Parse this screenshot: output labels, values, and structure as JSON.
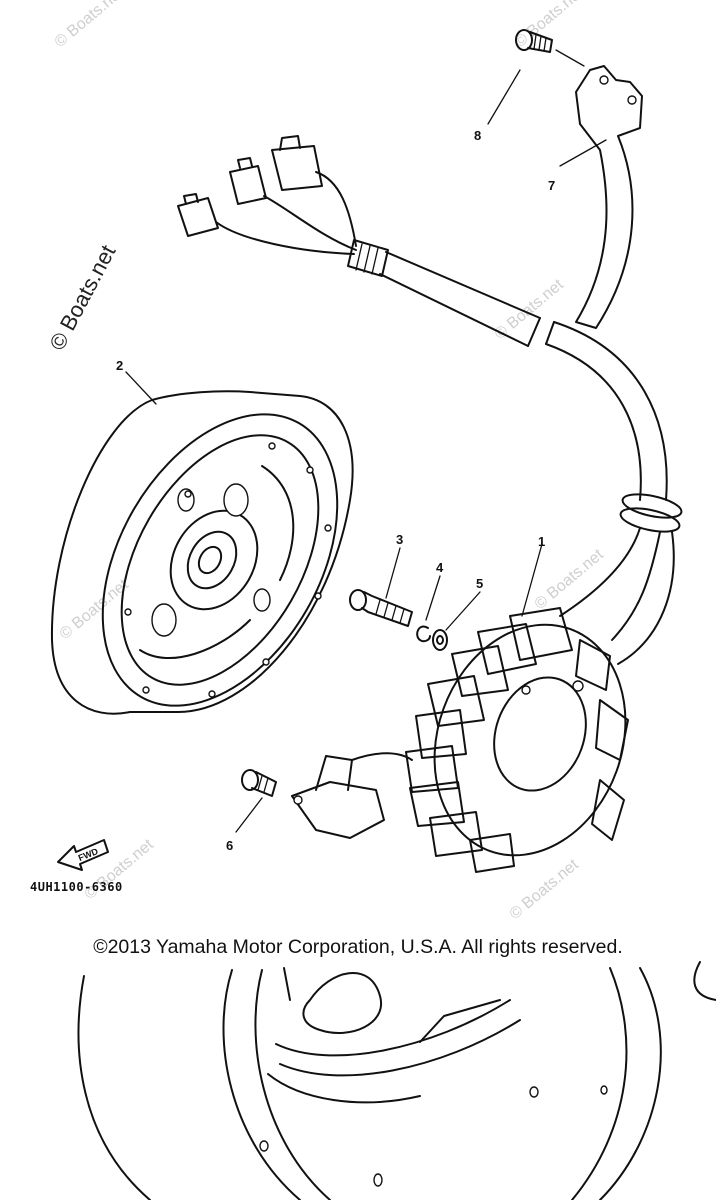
{
  "diagram": {
    "part_number": "4UH1100-6360",
    "direction_label": "FWD",
    "callouts": [
      {
        "number": "1",
        "part": "stator-assembly"
      },
      {
        "number": "2",
        "part": "rotor-flywheel"
      },
      {
        "number": "3",
        "part": "bolt"
      },
      {
        "number": "4",
        "part": "washer"
      },
      {
        "number": "5",
        "part": "washer"
      },
      {
        "number": "6",
        "part": "screw"
      },
      {
        "number": "7",
        "part": "bracket"
      },
      {
        "number": "8",
        "part": "screw"
      }
    ]
  },
  "watermark": {
    "text": "© Boats.net",
    "color": "#cfcfcf"
  },
  "copyright": {
    "text": "©2013 Yamaha Motor Corporation, U.S.A. All rights reserved."
  }
}
